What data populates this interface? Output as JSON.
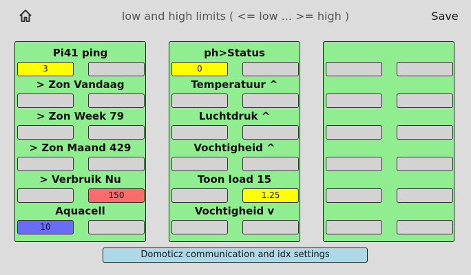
{
  "header": {
    "home_icon": "home-icon",
    "title": "low and high limits ( <= low  ...  >= high )",
    "save_label": "Save"
  },
  "panels": [
    {
      "rows": [
        {
          "label": "Pi41 ping",
          "low": "3",
          "high": "",
          "low_color": "yellow",
          "high_color": "gray"
        },
        {
          "label": "> Zon Vandaag",
          "low": "",
          "high": "",
          "low_color": "gray",
          "high_color": "gray"
        },
        {
          "label": "> Zon Week 79",
          "low": "",
          "high": "",
          "low_color": "gray",
          "high_color": "gray"
        },
        {
          "label": "> Zon Maand 429",
          "low": "",
          "high": "",
          "low_color": "gray",
          "high_color": "gray"
        },
        {
          "label": "> Verbruik Nu",
          "low": "",
          "high": "150",
          "low_color": "gray",
          "high_color": "red"
        },
        {
          "label": "Aquacell",
          "low": "10",
          "high": "",
          "low_color": "blue",
          "high_color": "gray"
        }
      ]
    },
    {
      "rows": [
        {
          "label": "ph>Status",
          "low": "0",
          "high": "",
          "low_color": "yellow",
          "high_color": "gray"
        },
        {
          "label": "Temperatuur ^",
          "low": "",
          "high": "",
          "low_color": "gray",
          "high_color": "gray"
        },
        {
          "label": "Luchtdruk ^",
          "low": "",
          "high": "",
          "low_color": "gray",
          "high_color": "gray"
        },
        {
          "label": "Vochtigheid ^",
          "low": "",
          "high": "",
          "low_color": "gray",
          "high_color": "gray"
        },
        {
          "label": "Toon load 15",
          "low": "",
          "high": "1.25",
          "low_color": "gray",
          "high_color": "yellow"
        },
        {
          "label": "Vochtigheid v",
          "low": "",
          "high": "",
          "low_color": "gray",
          "high_color": "gray"
        }
      ]
    },
    {
      "rows": [
        {
          "label": "",
          "low": "",
          "high": "",
          "low_color": "gray",
          "high_color": "gray"
        },
        {
          "label": "",
          "low": "",
          "high": "",
          "low_color": "gray",
          "high_color": "gray"
        },
        {
          "label": "",
          "low": "",
          "high": "",
          "low_color": "gray",
          "high_color": "gray"
        },
        {
          "label": "",
          "low": "",
          "high": "",
          "low_color": "gray",
          "high_color": "gray"
        },
        {
          "label": "",
          "low": "",
          "high": "",
          "low_color": "gray",
          "high_color": "gray"
        },
        {
          "label": "",
          "low": "",
          "high": "",
          "low_color": "gray",
          "high_color": "gray"
        }
      ]
    }
  ],
  "colors": {
    "background": "#dcdcdc",
    "panel": "#90ee90",
    "field": "#d3d3d3",
    "yellow": "#ffff00",
    "red": "#f86c6c",
    "blue": "#6a6cf5",
    "bottom_button": "#add8e6"
  },
  "footer": {
    "settings_label": "Domoticz communication and idx settings"
  }
}
